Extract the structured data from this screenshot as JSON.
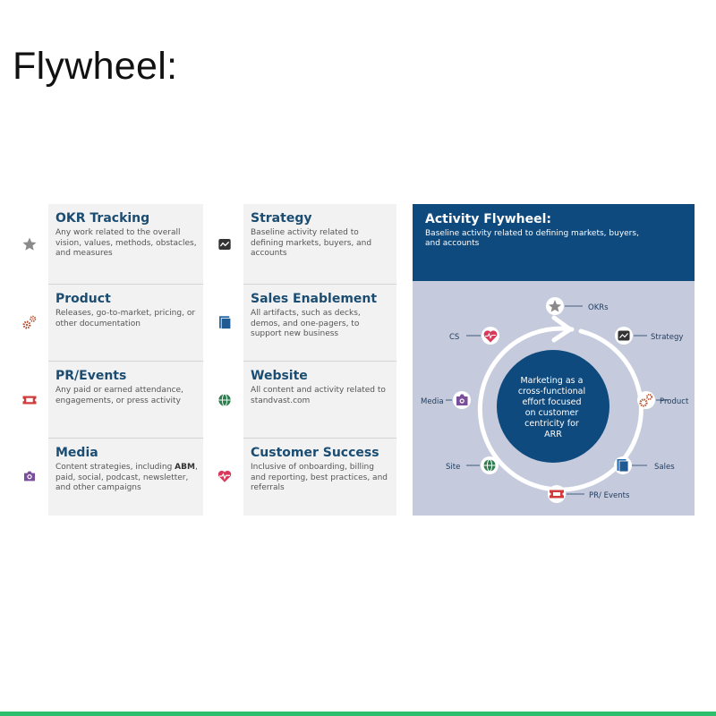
{
  "page": {
    "title": "Flywheel:"
  },
  "cards": [
    {
      "id": "okr",
      "title": "OKR Tracking",
      "description": "Any work related to the overall vision, values, methods, obstacles, and measures",
      "icon": "star-icon"
    },
    {
      "id": "product",
      "title": "Product",
      "description": "Releases, go-to-market, pricing, or other documentation",
      "icon": "gears-icon"
    },
    {
      "id": "pr",
      "title": "PR/Events",
      "description": "Any paid or earned attendance, engagements, or press activity",
      "icon": "ticket-icon"
    },
    {
      "id": "media",
      "title": "Media",
      "description_pre": "Content strategies, including ",
      "description_bold": "ABM",
      "description_post": ", paid, social, podcast, newsletter, and other campaigns",
      "icon": "camera-icon"
    },
    {
      "id": "strategy",
      "title": "Strategy",
      "description": "Baseline activity related to defining markets, buyers, and accounts",
      "icon": "chart-icon"
    },
    {
      "id": "sales",
      "title": "Sales Enablement",
      "description": "All artifacts, such as decks, demos, and one-pagers, to support new business",
      "icon": "book-icon"
    },
    {
      "id": "website",
      "title": "Website",
      "description": "All content and activity related to standvast.com",
      "icon": "globe-icon"
    },
    {
      "id": "cs",
      "title": "Customer Success",
      "description": "Inclusive of onboarding, billing and reporting, best practices, and referrals",
      "icon": "heart-pulse-icon"
    }
  ],
  "flywheel": {
    "title": "Activity Flywheel:",
    "subtitle": "Baseline activity related to defining markets, buyers, and accounts",
    "center_lines": [
      "Marketing as a",
      "cross-functional",
      "effort focused",
      "on customer",
      "centricity for",
      "ARR"
    ],
    "nodes": [
      {
        "label": "OKRs",
        "icon": "star-icon"
      },
      {
        "label": "Strategy",
        "icon": "chart-icon"
      },
      {
        "label": "Product",
        "icon": "gears-icon"
      },
      {
        "label": "Sales",
        "icon": "book-icon"
      },
      {
        "label": "PR/ Events",
        "icon": "ticket-icon"
      },
      {
        "label": "Site",
        "icon": "globe-icon"
      },
      {
        "label": "Media",
        "icon": "camera-icon"
      },
      {
        "label": "CS",
        "icon": "heart-pulse-icon"
      }
    ]
  },
  "colors": {
    "navy": "#0e4a7e",
    "title_blue": "#1b4d73",
    "panel_bg": "#c5cbdd",
    "card_bg": "#f2f2f2",
    "accent_green": "#2ebf6e",
    "icon_star": "#8a8a8a",
    "icon_gears": "#b5502f",
    "icon_ticket": "#d13b3b",
    "icon_camera": "#7a4e9a",
    "icon_chart": "#333333",
    "icon_book": "#2a6aa8",
    "icon_globe": "#2e7d4f",
    "icon_heart": "#d93a5c"
  }
}
